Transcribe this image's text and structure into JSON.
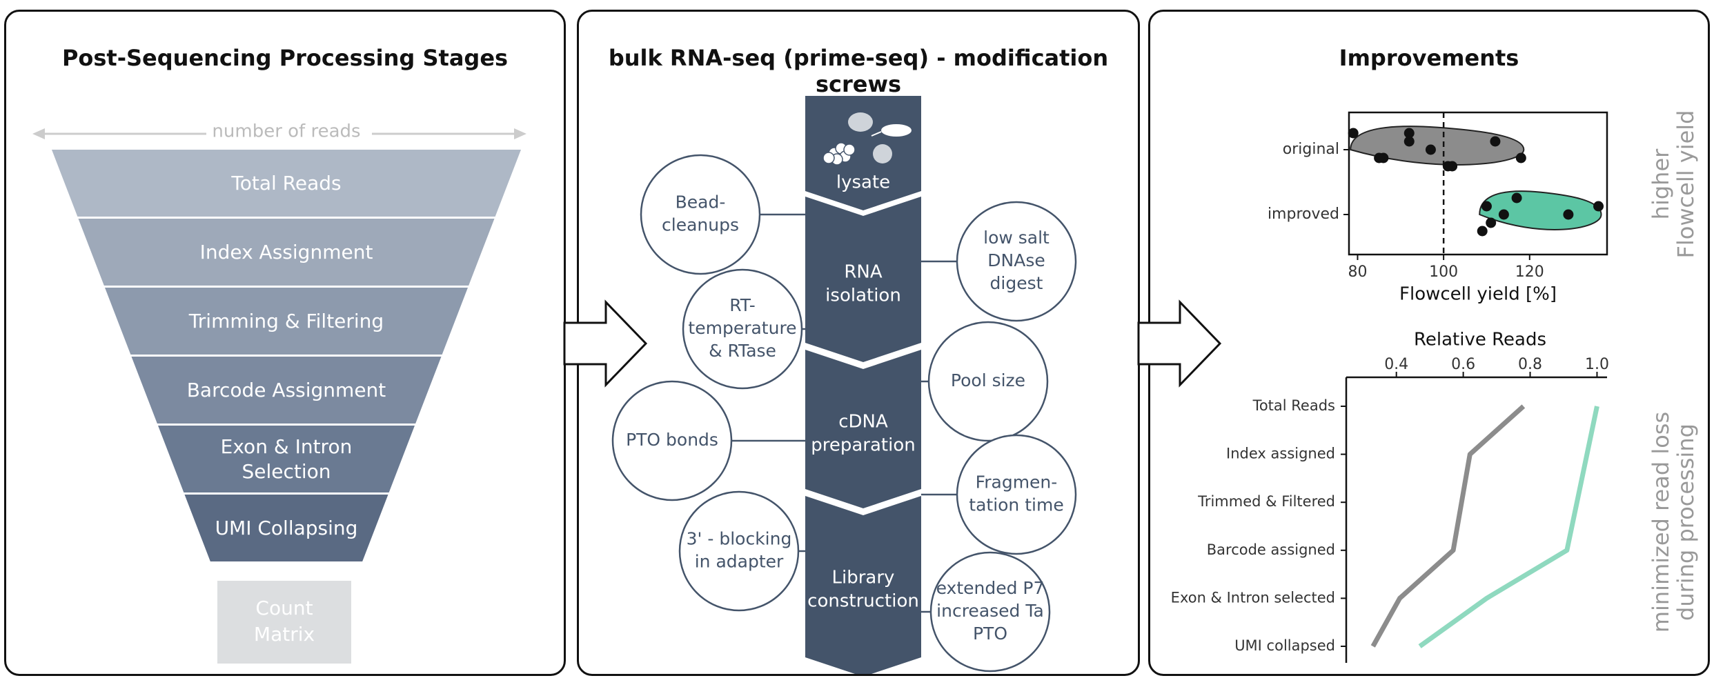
{
  "panels": {
    "left_title": "Post-Sequencing  Processing Stages",
    "middle_title": "bulk RNA-seq (prime-seq) -  modification screws",
    "right_title": "Improvements"
  },
  "funnel": {
    "axis_label": "number of reads",
    "stages": [
      {
        "lines": [
          "Total Reads"
        ],
        "color": "#aeb8c6"
      },
      {
        "lines": [
          "Index Assignment"
        ],
        "color": "#9ea9b9"
      },
      {
        "lines": [
          "Trimming & Filtering"
        ],
        "color": "#8d9aad"
      },
      {
        "lines": [
          "Barcode Assignment"
        ],
        "color": "#7c8aa0"
      },
      {
        "lines": [
          "Exon & Intron",
          "Selection"
        ],
        "color": "#6a7a92"
      },
      {
        "lines": [
          "UMI Collapsing"
        ],
        "color": "#5a6a83"
      }
    ],
    "output_lines": [
      "Count",
      "Matrix"
    ],
    "output_color": "#dcdee0"
  },
  "workflow": {
    "steps": [
      {
        "lines": [
          "lysate"
        ]
      },
      {
        "lines": [
          "RNA",
          "isolation"
        ]
      },
      {
        "lines": [
          "cDNA",
          "preparation"
        ]
      },
      {
        "lines": [
          "Library",
          "construction"
        ]
      }
    ],
    "color": "#44546a",
    "screws": [
      {
        "lines": [
          "Bead-",
          "cleanups"
        ]
      },
      {
        "lines": [
          "low salt",
          "DNAse",
          "digest"
        ]
      },
      {
        "lines": [
          "RT-",
          "temperature",
          "& RTase"
        ]
      },
      {
        "lines": [
          "Pool size"
        ]
      },
      {
        "lines": [
          "PTO bonds"
        ]
      },
      {
        "lines": [
          "Fragmen-",
          "tation time"
        ]
      },
      {
        "lines": [
          "3' - blocking",
          "in adapter"
        ]
      },
      {
        "lines": [
          "extended P7",
          "increased Ta",
          "PTO"
        ]
      }
    ],
    "screw_text_color": "#44546a"
  },
  "chart_data": [
    {
      "type": "violin",
      "xlabel": "Flowcell yield [%]",
      "ylabel": "",
      "categories": [
        "original",
        "improved"
      ],
      "xlim": [
        78,
        138
      ],
      "xticks": [
        80,
        100,
        120
      ],
      "reference_line": 100,
      "side_label": [
        "higher",
        "Flowcell yield"
      ],
      "series": [
        {
          "values": [
            79,
            86,
            92,
            97,
            102,
            112,
            118,
            85,
            92,
            101
          ],
          "color": "#8c8c8c"
        },
        {
          "values": [
            109,
            110,
            111,
            114,
            117,
            129,
            136
          ],
          "color": "#5cc6a4"
        }
      ]
    },
    {
      "type": "line",
      "xlabel": "Relative Reads",
      "ylabel": "",
      "categories": [
        "Total Reads",
        "Index assigned",
        "Trimmed & Filtered",
        "Barcode assigned",
        "Exon & Intron selected",
        "UMI collapsed"
      ],
      "xticks": [
        0.4,
        0.6,
        0.8,
        1.0
      ],
      "tick_labels": [
        "0.4",
        "0.6",
        "0.8",
        "1.0"
      ],
      "xlim": [
        0.25,
        1.03
      ],
      "side_label": [
        "minimized read loss",
        "during processing"
      ],
      "series": [
        {
          "values": [
            0.78,
            0.62,
            null,
            0.57,
            0.41,
            0.33
          ],
          "color": "#8c8c8c"
        },
        {
          "values": [
            1.0,
            null,
            null,
            0.91,
            0.67,
            0.47
          ],
          "color": "#8fd9bf"
        }
      ]
    }
  ]
}
